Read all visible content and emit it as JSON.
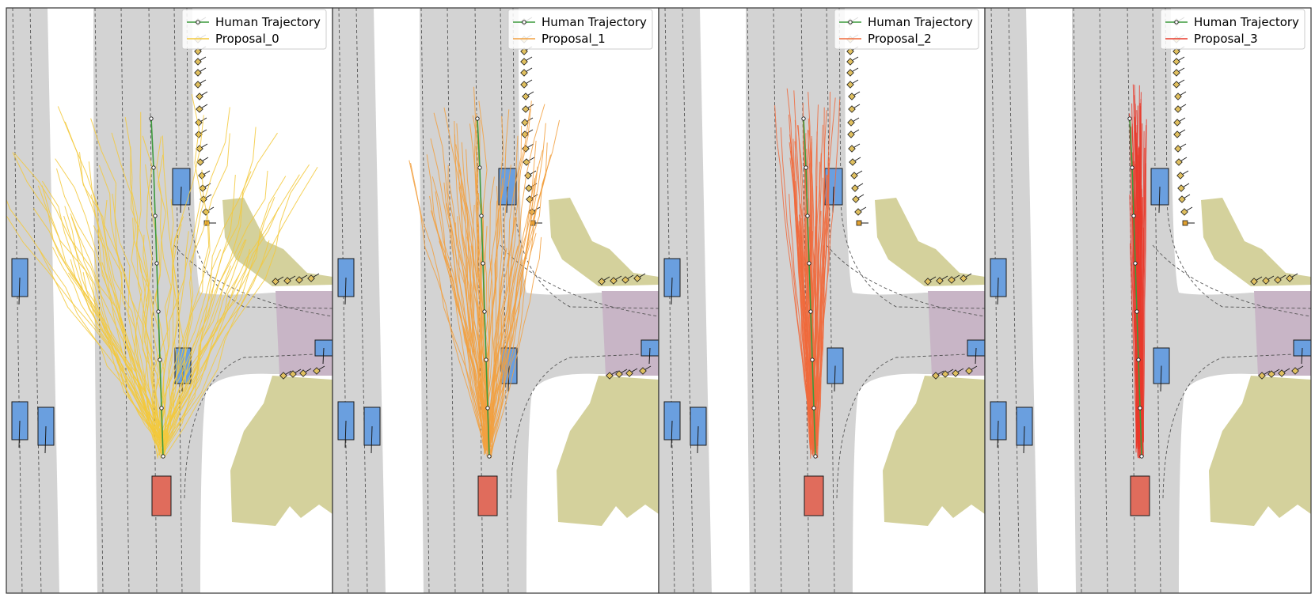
{
  "colors": {
    "road": "#d3d3d3",
    "lane_line": "#555555",
    "crosswalk": "#c8b5c6",
    "walkway": "#d4d19c",
    "agent": "#6a9fdf",
    "ego": "#e06c5c",
    "human_trajectory": "#3c9a3c",
    "background": "#ffffff",
    "frame": "#333333"
  },
  "panels": [
    {
      "human_label": "Human Trajectory",
      "proposal_label": "Proposal_0",
      "proposal_color": "#f3c93c",
      "spread": 1.0
    },
    {
      "human_label": "Human Trajectory",
      "proposal_label": "Proposal_1",
      "proposal_color": "#f2a040",
      "spread": 0.45
    },
    {
      "human_label": "Human Trajectory",
      "proposal_label": "Proposal_2",
      "proposal_color": "#f06a3c",
      "spread": 0.16
    },
    {
      "human_label": "Human Trajectory",
      "proposal_label": "Proposal_3",
      "proposal_color": "#e83a2c",
      "spread": 0.04
    }
  ]
}
